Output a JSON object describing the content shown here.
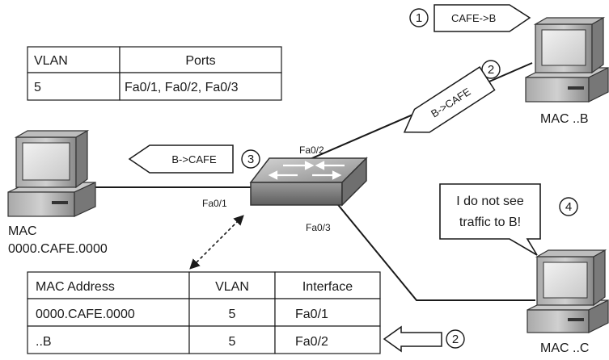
{
  "vlan_table": {
    "headers": [
      "VLAN",
      "Ports"
    ],
    "rows": [
      [
        "5",
        "Fa0/1, Fa0/2, Fa0/3"
      ]
    ]
  },
  "mac_table": {
    "headers": [
      "MAC Address",
      "VLAN",
      "Interface"
    ],
    "rows": [
      [
        "0000.CAFE.0000",
        "5",
        "Fa0/1"
      ],
      [
        "..B",
        "5",
        "Fa0/2"
      ]
    ]
  },
  "hosts": {
    "cafe": {
      "label_line1": "MAC",
      "label_line2": "0000.CAFE.0000"
    },
    "b": {
      "label": "MAC ..B"
    },
    "c": {
      "label": "MAC ..C"
    }
  },
  "ports": {
    "fa01": "Fa0/1",
    "fa02": "Fa0/2",
    "fa03": "Fa0/3"
  },
  "frames": {
    "step1": {
      "number": "1",
      "text": "CAFE->B"
    },
    "step2": {
      "number": "2",
      "text": "B->CAFE"
    },
    "step3": {
      "number": "3",
      "text": "B->CAFE"
    },
    "step2_table": {
      "number": "2"
    }
  },
  "speech": {
    "number": "4",
    "line1": "I do not see",
    "line2": "traffic to B!"
  }
}
